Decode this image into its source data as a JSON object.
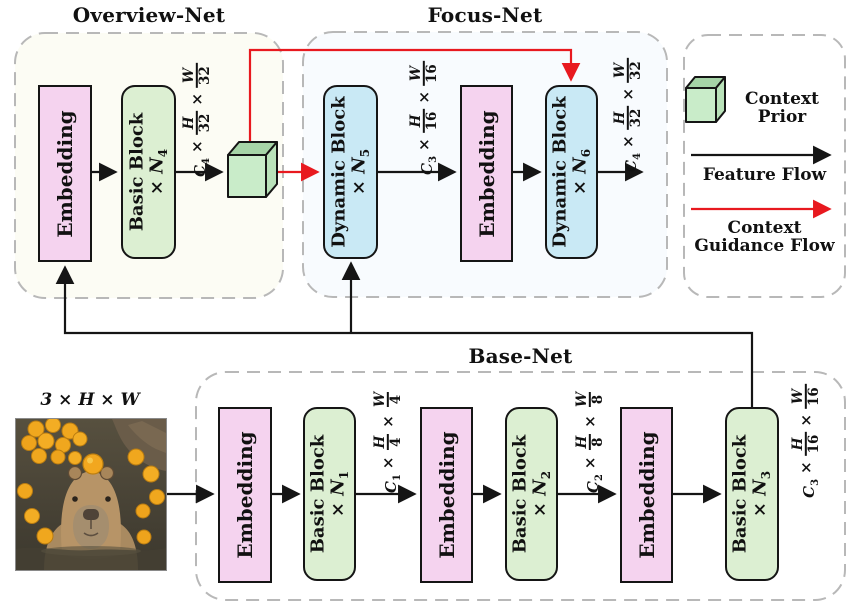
{
  "titles": {
    "overview_net": "Overview-Net",
    "focus_net": "Focus-Net",
    "base_net": "Base-Net"
  },
  "legend": {
    "context_prior": "Context Prior",
    "feature_flow": "Feature Flow",
    "context_guidance_line1": "Context",
    "context_guidance_line2": "Guidance Flow"
  },
  "input_image": {
    "dim_label": "3 × H × W"
  },
  "overview_net": {
    "embedding_label": "Embedding",
    "basic_block": {
      "line1": "Basic Block",
      "times": "×",
      "n": "N",
      "sub": "4"
    },
    "out_dim": {
      "c": "C",
      "c_sub": "4",
      "t1": "×",
      "f1n": "H",
      "f1d": "32",
      "t2": "×",
      "f2n": "W",
      "f2d": "32"
    }
  },
  "focus_net": {
    "dynamic_block_5": {
      "line1": "Dynamic Block",
      "times": "×",
      "n": "N",
      "sub": "5"
    },
    "mid_dim": {
      "c": "C",
      "c_sub": "3",
      "t1": "×",
      "f1n": "H",
      "f1d": "16",
      "t2": "×",
      "f2n": "W",
      "f2d": "16"
    },
    "embedding_label": "Embedding",
    "dynamic_block_6": {
      "line1": "Dynamic Block",
      "times": "×",
      "n": "N",
      "sub": "6"
    },
    "out_dim": {
      "c": "C",
      "c_sub": "4",
      "t1": "×",
      "f1n": "H",
      "f1d": "32",
      "t2": "×",
      "f2n": "W",
      "f2d": "32"
    }
  },
  "base_net": {
    "stages": [
      {
        "embedding": "Embedding",
        "block": {
          "line1": "Basic Block",
          "times": "×",
          "n": "N",
          "sub": "1"
        },
        "dim": {
          "c": "C",
          "c_sub": "1",
          "t1": "×",
          "f1n": "H",
          "f1d": "4",
          "t2": "×",
          "f2n": "W",
          "f2d": "4"
        }
      },
      {
        "embedding": "Embedding",
        "block": {
          "line1": "Basic Block",
          "times": "×",
          "n": "N",
          "sub": "2"
        },
        "dim": {
          "c": "C",
          "c_sub": "2",
          "t1": "×",
          "f1n": "H",
          "f1d": "8",
          "t2": "×",
          "f2n": "W",
          "f2d": "8"
        }
      },
      {
        "embedding": "Embedding",
        "block": {
          "line1": "Basic Block",
          "times": "×",
          "n": "N",
          "sub": "3"
        },
        "dim": {
          "c": "C",
          "c_sub": "3",
          "t1": "×",
          "f1n": "H",
          "f1d": "16",
          "t2": "×",
          "f2n": "W",
          "f2d": "16"
        }
      }
    ]
  },
  "colors": {
    "embedding_pink": "#f5d3ef",
    "basic_green": "#dcefd2",
    "dynamic_blue": "#c9e9f5",
    "cube_front": "#c9ecc9",
    "cube_top": "#a6d4a7",
    "cube_side": "#b9e2b9",
    "feature_flow_black": "#151515",
    "context_guidance_red": "#e8191f",
    "dashed_border_gray": "#b8b8b8"
  }
}
